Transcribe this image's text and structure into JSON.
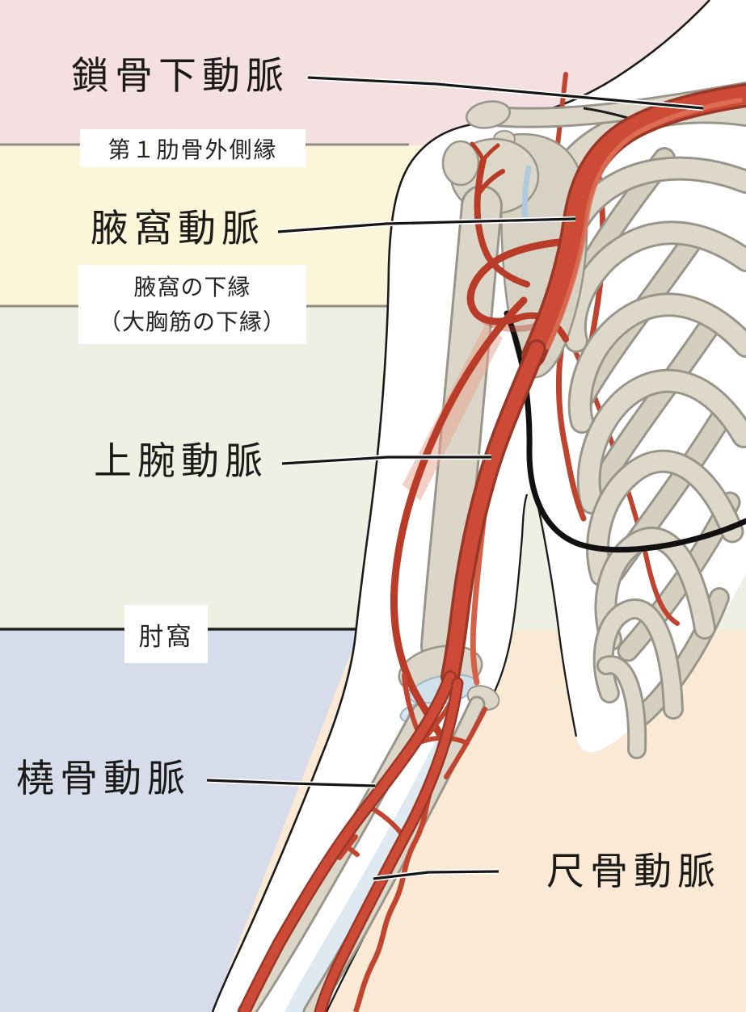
{
  "diagram": {
    "kind": "anatomical-illustration",
    "subject": "arteries of the upper limb (shoulder to forearm, left arm with ribcage)",
    "language": "ja",
    "labels": {
      "subclavian_artery": "鎖骨下動脈",
      "first_rib_lateral_border": "第１肋骨外側縁",
      "axillary_artery": "腋窩動脈",
      "axilla_lower_border_line1": "腋窩の下縁",
      "axilla_lower_border_line2": "（大胸筋の下縁）",
      "brachial_artery": "上腕動脈",
      "cubital_fossa": "肘窩",
      "radial_artery": "橈骨動脈",
      "ulnar_artery": "尺骨動脈"
    },
    "colors": {
      "band_pink": "#f4dfe1",
      "band_yellow": "#fbf6d9",
      "band_green": "#edf0e3",
      "band_blue": "#d7dcea",
      "band_peach": "#f9e9d5",
      "band_divider_gray": "#8e8a84",
      "band_divider_dark": "#23211f",
      "artery_red": "#cd4b36",
      "artery_outline": "#9a3726",
      "artery_highlight": "#de7257",
      "bone_fill": "#ddd7c9",
      "bone_outline": "#98958a",
      "cartilage_blue": "#cfe0ea",
      "membrane_blue": "#dfe9f1",
      "body_white": "#ffffff",
      "outline_black": "#1b1b1b",
      "label_text": "#1c1a18"
    }
  }
}
